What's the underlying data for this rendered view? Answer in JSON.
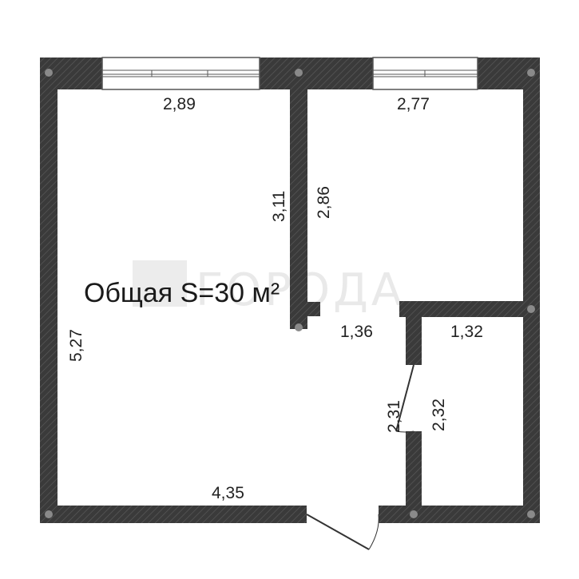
{
  "plan": {
    "total_area": "Общая S=30 м²",
    "watermark": "ГОРОДА",
    "dimensions": {
      "top_left": "2,89",
      "top_right": "2,77",
      "partition_left": "3,11",
      "partition_right": "2,86",
      "left_side": "5,27",
      "corridor": "1,36",
      "small_room_width": "1,32",
      "small_room_left": "2,31",
      "small_room_right": "2,32",
      "bottom": "4,35"
    }
  },
  "colors": {
    "wall": "#3a3a3a",
    "wall_hatch": "#5a5a5a",
    "node": "#8a8a8a",
    "window": "#555555",
    "door": "#333333"
  }
}
